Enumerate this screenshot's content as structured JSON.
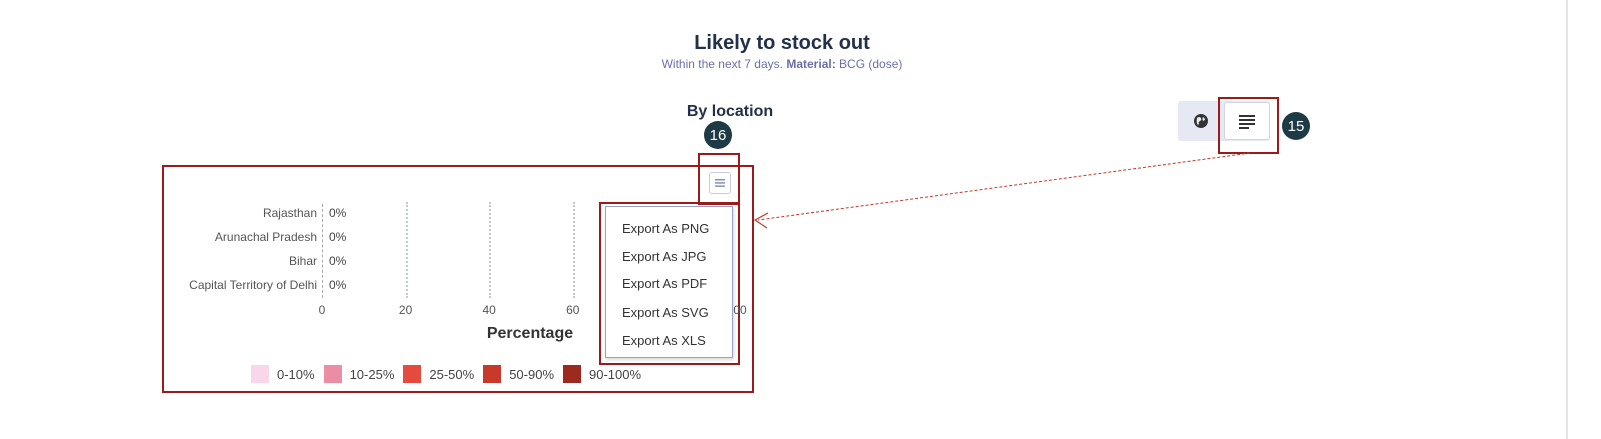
{
  "header": {
    "title": "Likely to stock out",
    "subtitle_prefix": "Within the next 7 days.",
    "material_label": "Material:",
    "material_value": "BCG (dose)"
  },
  "section": {
    "title": "By location"
  },
  "view_toggle": {
    "map_icon": "globe-icon",
    "table_icon": "list-icon"
  },
  "annotations": {
    "badge_15": "15",
    "badge_16": "16",
    "color": "#9b1b1b"
  },
  "chart_data": {
    "type": "bar",
    "orientation": "horizontal",
    "categories": [
      "Rajasthan",
      "Arunachal Pradesh",
      "Bihar",
      "Capital Territory of Delhi"
    ],
    "values": [
      0,
      0,
      0,
      0
    ],
    "value_labels": [
      "0%",
      "0%",
      "0%",
      "0%"
    ],
    "xlabel": "Percentage",
    "xticks": [
      "0",
      "20",
      "40",
      "60",
      "00"
    ],
    "xlim": [
      0,
      100
    ],
    "legend": [
      {
        "label": "0-10%",
        "color": "#f9d6ea"
      },
      {
        "label": "10-25%",
        "color": "#ec8ca5"
      },
      {
        "label": "25-50%",
        "color": "#e44a3d"
      },
      {
        "label": "50-90%",
        "color": "#c8392b"
      },
      {
        "label": "90-100%",
        "color": "#9c2a1f"
      }
    ]
  },
  "export_menu": {
    "items": [
      "Export As PNG",
      "Export As JPG",
      "Export As PDF",
      "Export As SVG",
      "Export As XLS"
    ]
  }
}
